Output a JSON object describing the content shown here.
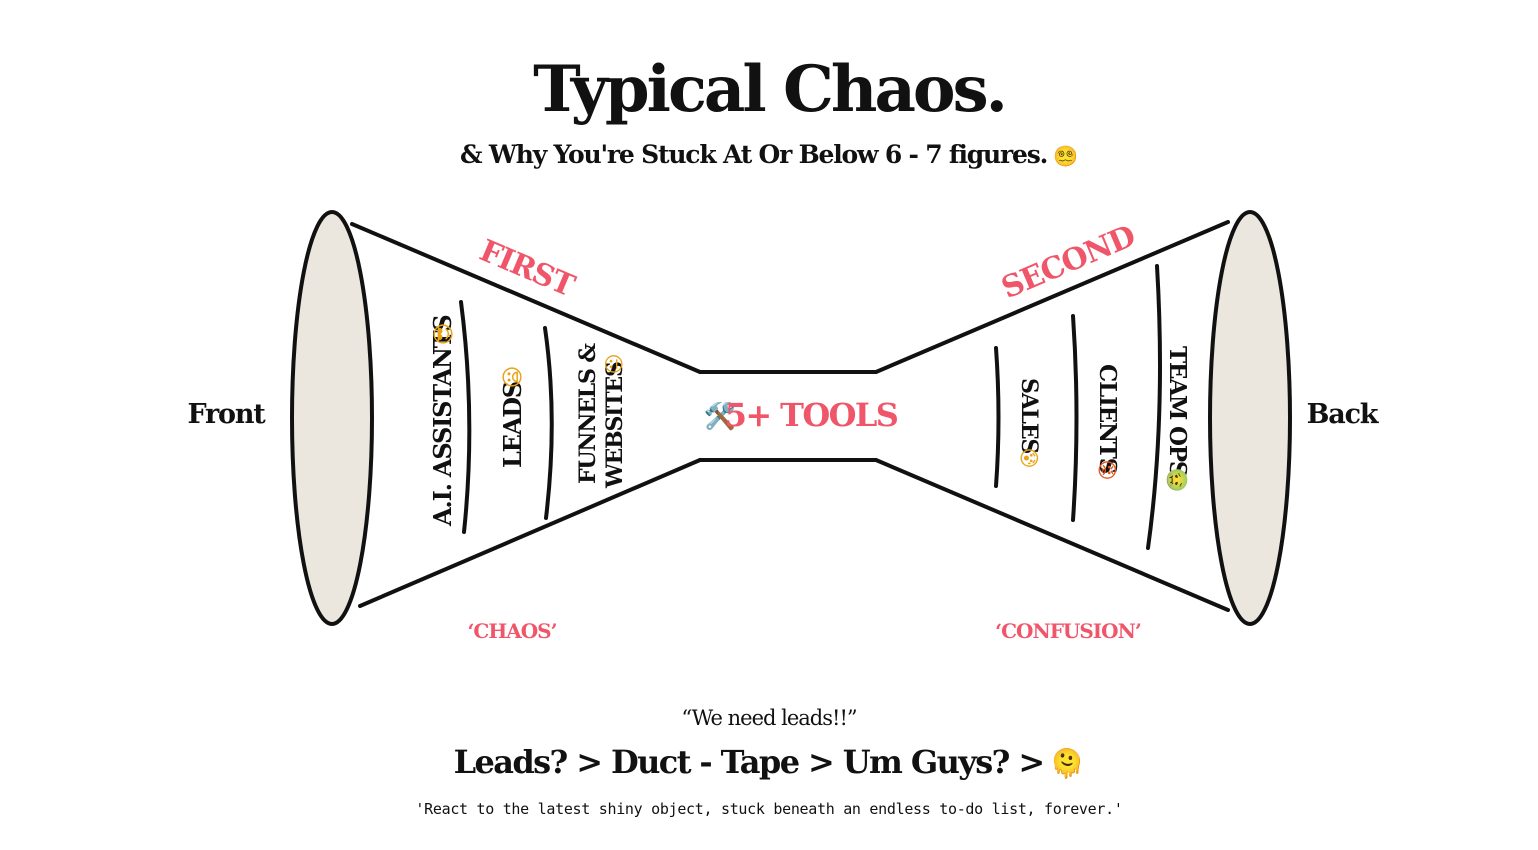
{
  "header": {
    "title": "Typical Chaos.",
    "subtitle": "& Why You're Stuck At Or Below 6 - 7 figures.",
    "subtitle_emoji": "😵‍💫"
  },
  "diagram": {
    "front_label": "Front",
    "back_label": "Back",
    "first_label": "FIRST",
    "second_label": "SECOND",
    "chaos_label": "‘CHAOS’",
    "confusion_label": "‘CONFUSION’",
    "center_icon": "🛠️",
    "center_label": "5+ TOOLS",
    "front_items": [
      {
        "label": "A.I. ASSISTANTS",
        "emoji": "😎"
      },
      {
        "label": "LEADS",
        "emoji": "😦"
      },
      {
        "label_line1": "FUNNELS &",
        "label_line2": "WEBSITES",
        "emoji": "😐"
      }
    ],
    "back_items": [
      {
        "label": "SALES",
        "emoji": "😰"
      },
      {
        "label": "CLIENTS",
        "emoji": "😡"
      },
      {
        "label": "TEAM OPS",
        "emoji": "🤢"
      }
    ],
    "colors": {
      "accent": "#f0566a",
      "cone_fill": "#ebe7de",
      "stroke": "#111111"
    }
  },
  "footer": {
    "quote": "“We need leads!!”",
    "tagline": "Leads? > Duct - Tape > Um Guys? >",
    "tagline_emoji": "🫠",
    "footnote": "'React to the latest shiny object, stuck beneath an endless to-do list, forever.'"
  }
}
